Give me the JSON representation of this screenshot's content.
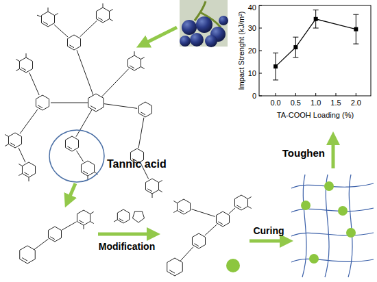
{
  "diagram": {
    "labels": [
      "Tannic acid",
      "Modification",
      "Curing",
      "Toughen",
      "Impact Strenght (kJ/m²)",
      "0",
      "10",
      "20",
      "30",
      "40",
      "0.0",
      "0.5",
      "1.0",
      "1.5",
      "2.0",
      "TA-COOH Loading (%)"
    ]
  }
}
